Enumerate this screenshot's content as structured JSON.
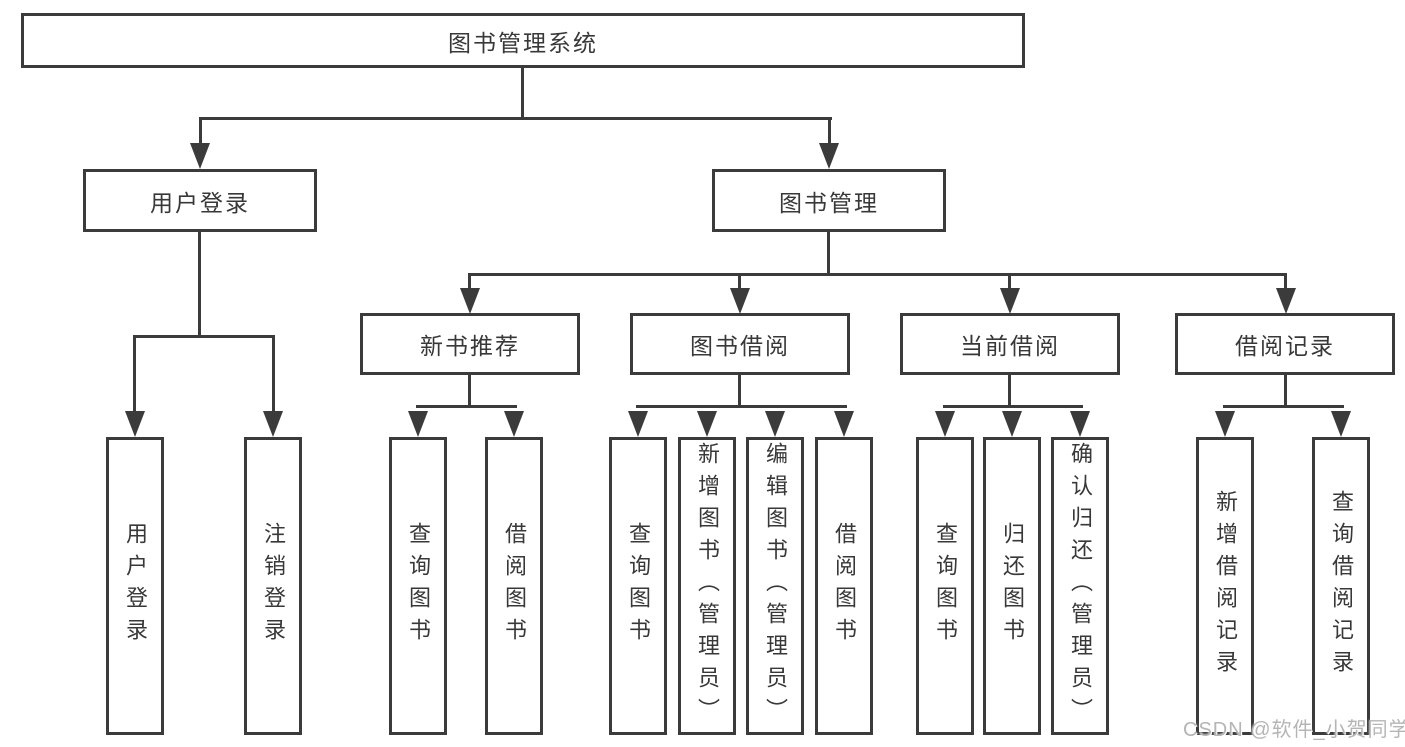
{
  "diagram": {
    "root": {
      "label": "图书管理系统"
    },
    "level2": [
      {
        "label": "用户登录"
      },
      {
        "label": "图书管理"
      }
    ],
    "level3": [
      {
        "label": "新书推荐"
      },
      {
        "label": "图书借阅"
      },
      {
        "label": "当前借阅"
      },
      {
        "label": "借阅记录"
      }
    ],
    "leaves": [
      {
        "label": "用户登录"
      },
      {
        "label": "注销登录"
      },
      {
        "label": "查询图书"
      },
      {
        "label": "借阅图书"
      },
      {
        "label": "查询图书"
      },
      {
        "label": "新增图书（管理员）"
      },
      {
        "label": "编辑图书（管理员）"
      },
      {
        "label": "借阅图书"
      },
      {
        "label": "查询图书"
      },
      {
        "label": "归还图书"
      },
      {
        "label": "确认归还（管理员）"
      },
      {
        "label": "新增借阅记录"
      },
      {
        "label": "查询借阅记录"
      }
    ]
  },
  "watermark": {
    "text": "CSDN @软件_小贺同学"
  },
  "colors": {
    "line": "#3b3b3b",
    "text": "#383838",
    "background": "#ffffff",
    "watermark": "#b5b5b5"
  }
}
